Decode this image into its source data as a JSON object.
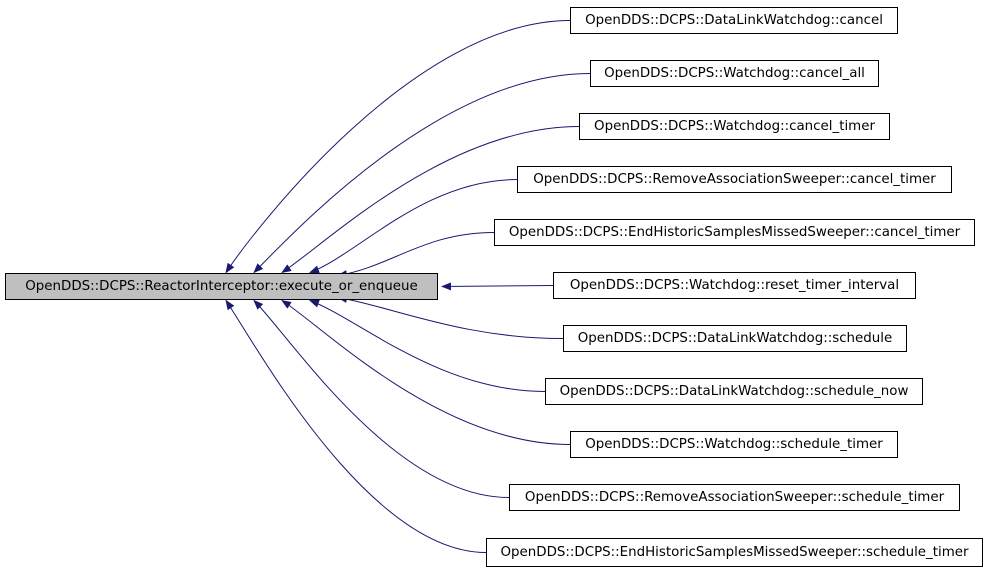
{
  "diagram": {
    "root": {
      "label": "OpenDDS::DCPS::ReactorInterceptor::execute_or_enqueue"
    },
    "callers": [
      {
        "label": "OpenDDS::DCPS::DataLinkWatchdog::cancel"
      },
      {
        "label": "OpenDDS::DCPS::Watchdog::cancel_all"
      },
      {
        "label": "OpenDDS::DCPS::Watchdog::cancel_timer"
      },
      {
        "label": "OpenDDS::DCPS::RemoveAssociationSweeper::cancel_timer"
      },
      {
        "label": "OpenDDS::DCPS::EndHistoricSamplesMissedSweeper::cancel_timer"
      },
      {
        "label": "OpenDDS::DCPS::Watchdog::reset_timer_interval"
      },
      {
        "label": "OpenDDS::DCPS::DataLinkWatchdog::schedule"
      },
      {
        "label": "OpenDDS::DCPS::DataLinkWatchdog::schedule_now"
      },
      {
        "label": "OpenDDS::DCPS::Watchdog::schedule_timer"
      },
      {
        "label": "OpenDDS::DCPS::RemoveAssociationSweeper::schedule_timer"
      },
      {
        "label": "OpenDDS::DCPS::EndHistoricSamplesMissedSweeper::schedule_timer"
      }
    ],
    "colors": {
      "edge": "#191970",
      "root_fill": "#bfbfbf",
      "node_fill": "#ffffff",
      "border": "#000000"
    }
  }
}
